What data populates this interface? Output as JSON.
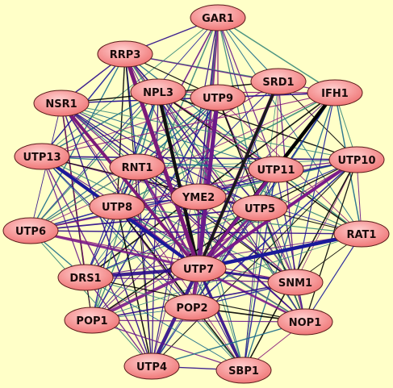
{
  "colors": {
    "background": "#ffffc8",
    "node_fill_center": "#ffd0d0",
    "node_fill_edge": "#f07878",
    "node_stroke": "#5a1a1a",
    "edge_colors": [
      "#2a0a8a",
      "#6a1a8a",
      "#8a1a7a",
      "#1a6a8a",
      "#3a8a7a",
      "#000000",
      "#1a1a9a"
    ]
  },
  "nodes": [
    {
      "id": "GAR1",
      "label": "GAR1"
    },
    {
      "id": "RRP3",
      "label": "RRP3"
    },
    {
      "id": "SRD1",
      "label": "SRD1"
    },
    {
      "id": "NPL3",
      "label": "NPL3"
    },
    {
      "id": "UTP9",
      "label": "UTP9"
    },
    {
      "id": "IFH1",
      "label": "IFH1"
    },
    {
      "id": "NSR1",
      "label": "NSR1"
    },
    {
      "id": "UTP13",
      "label": "UTP13"
    },
    {
      "id": "RNT1",
      "label": "RNT1"
    },
    {
      "id": "UTP11",
      "label": "UTP11"
    },
    {
      "id": "UTP10",
      "label": "UTP10"
    },
    {
      "id": "YME2",
      "label": "YME2"
    },
    {
      "id": "UTP8",
      "label": "UTP8"
    },
    {
      "id": "UTP5",
      "label": "UTP5"
    },
    {
      "id": "UTP6",
      "label": "UTP6"
    },
    {
      "id": "RAT1",
      "label": "RAT1"
    },
    {
      "id": "UTP7",
      "label": "UTP7"
    },
    {
      "id": "DRS1",
      "label": "DRS1"
    },
    {
      "id": "SNM1",
      "label": "SNM1"
    },
    {
      "id": "POP2",
      "label": "POP2"
    },
    {
      "id": "POP1",
      "label": "POP1"
    },
    {
      "id": "NOP1",
      "label": "NOP1"
    },
    {
      "id": "UTP4",
      "label": "UTP4"
    },
    {
      "id": "SBP1",
      "label": "SBP1"
    }
  ],
  "hub": "UTP7"
}
